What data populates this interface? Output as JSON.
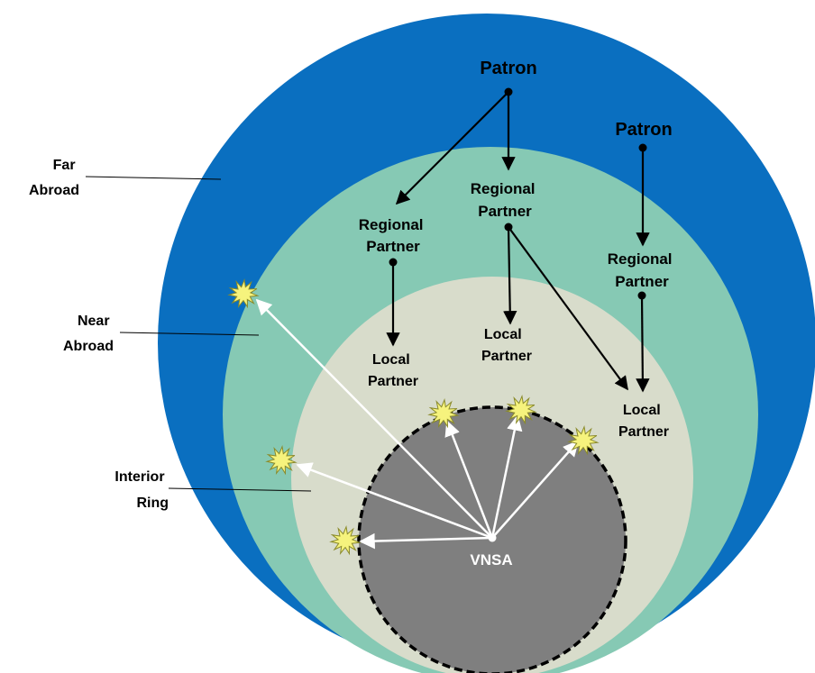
{
  "rings": {
    "far_abroad": [
      "Far",
      "Abroad"
    ],
    "near_abroad": [
      "Near",
      "Abroad"
    ],
    "interior_ring": [
      "Interior",
      "Ring"
    ]
  },
  "center_label": "VNSA",
  "nodes": {
    "patron_1": [
      "Patron"
    ],
    "patron_2": [
      "Patron"
    ],
    "regional_partner_1": [
      "Regional",
      "Partner"
    ],
    "regional_partner_2": [
      "Regional",
      "Partner"
    ],
    "regional_partner_3": [
      "Regional",
      "Partner"
    ],
    "local_partner_1": [
      "Local",
      "Partner"
    ],
    "local_partner_2": [
      "Local",
      "Partner"
    ],
    "local_partner_3": [
      "Local",
      "Partner"
    ]
  },
  "colors": {
    "far_abroad": "#0a6fc0",
    "near_abroad": "#86c9b4",
    "interior_ring": "#d8dccb",
    "vnsa_core": "#7f7f7f",
    "burst": "#f6f37d"
  }
}
